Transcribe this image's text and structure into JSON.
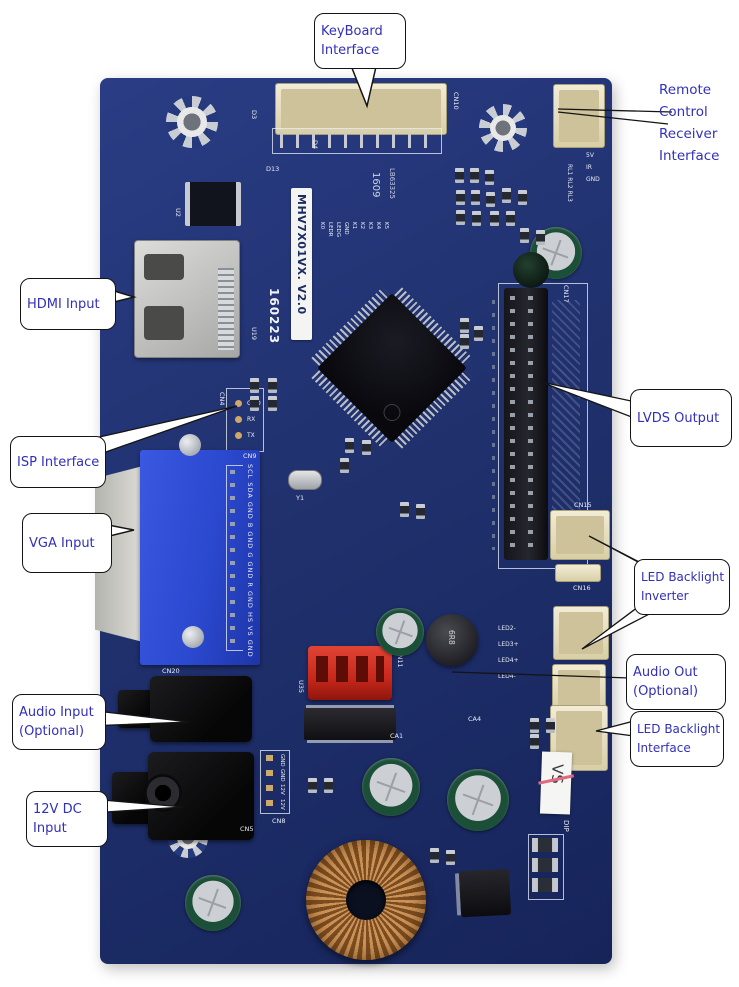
{
  "callouts": {
    "keyboard": {
      "line1": "KeyBoard",
      "line2": "Interface"
    },
    "remote": {
      "line1": "Remote",
      "line2": "Control",
      "line3": "Receiver",
      "line4": "Interface"
    },
    "hdmi": {
      "text": "HDMI Input"
    },
    "isp": {
      "text": "ISP Interface"
    },
    "vga": {
      "text": "VGA Input"
    },
    "audio_in": {
      "line1": "Audio Input",
      "line2": "(Optional)"
    },
    "dc": {
      "line1": "12V DC",
      "line2": "Input"
    },
    "lvds": {
      "text": "LVDS Output"
    },
    "inverter": {
      "line1": "LED Backlight",
      "line2": "Inverter"
    },
    "audio_out": {
      "line1": "Audio Out",
      "line2": "(Optional)"
    },
    "led_if": {
      "line1": "LED Backlight",
      "line2": "Interface"
    }
  },
  "board": {
    "model_label": "MHV7X01VX. V2.0",
    "date_code": "160223",
    "etch_line1": "1609",
    "etch_line2": "LB63325",
    "sticker_label": "VS",
    "inductor_value": "6R8",
    "vga_pin_labels": "SCL SDA GND B GND G GND R GND HS VS GND",
    "keyboard_pins": [
      "K0",
      "LEDR",
      "LEDG",
      "GND",
      "K1",
      "K2",
      "K3",
      "K4",
      "K5"
    ],
    "isp_pins": [
      "GND",
      "RX",
      "TX"
    ],
    "remote_pins": [
      "5V",
      "IR",
      "GND"
    ],
    "remote_refs": "RL1 RL2 RL3",
    "power_pins": [
      "GND",
      "GND",
      "12V",
      "12V"
    ],
    "led_pins": [
      "LED2-",
      "LED3+",
      "LED4+",
      "LED4-"
    ],
    "refs": {
      "cn4": "CN4",
      "cn5": "CN5",
      "cn8": "CN8",
      "cn9": "CN9",
      "cn10": "CN10",
      "cn11": "CN11",
      "cn15": "CN15",
      "cn16": "CN16",
      "cn17": "CN17",
      "cn20": "CN20",
      "u2": "U2",
      "u19": "U19",
      "u35": "U35",
      "d3": "D3",
      "d4": "D4",
      "d13": "D13",
      "y1": "Y1",
      "ca1": "CA1",
      "ca4": "CA4",
      "dip": "DIP"
    }
  },
  "colors": {
    "pcb": "#20316e",
    "pcb_dark": "#16245a",
    "callout": "#3230b8",
    "beige": "#e9e1c2",
    "red_conn": "#c8281c",
    "copper": "#b8834a",
    "silk": "#e8ecf5",
    "vga_blue": "#2b49cf"
  }
}
